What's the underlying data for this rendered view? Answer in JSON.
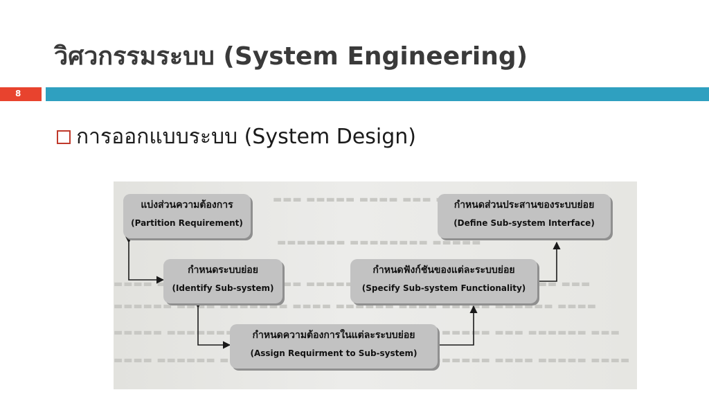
{
  "slide": {
    "title": "วิศวกรรมระบบ (System Engineering)",
    "page_number": "8",
    "bullet": "การออกแบบระบบ (System Design)"
  },
  "diagram": {
    "nodes": [
      {
        "id": "partition",
        "th": "แบ่งส่วนความต้องการ",
        "en": "(Partition Requirement)"
      },
      {
        "id": "identify",
        "th": "กำหนดระบบย่อย",
        "en": "(Identify Sub-system)"
      },
      {
        "id": "assign",
        "th": "กำหนดความต้องการในแต่ละระบบย่อย",
        "en": "(Assign Requirment to Sub-system)"
      },
      {
        "id": "specify",
        "th": "กำหนดฟังก์ชันของแต่ละระบบย่อย",
        "en": "(Specify Sub-system Functionality)"
      },
      {
        "id": "define",
        "th": "กำหนดส่วนประสานของระบบย่อย",
        "en": "(Define Sub-system Interface)"
      }
    ]
  },
  "colors": {
    "title": "#3a3a3a",
    "accent_red": "#e8432e",
    "accent_teal": "#2fa0c0",
    "node_fill": "#c2c2c2",
    "bullet_box": "#c0392b"
  }
}
